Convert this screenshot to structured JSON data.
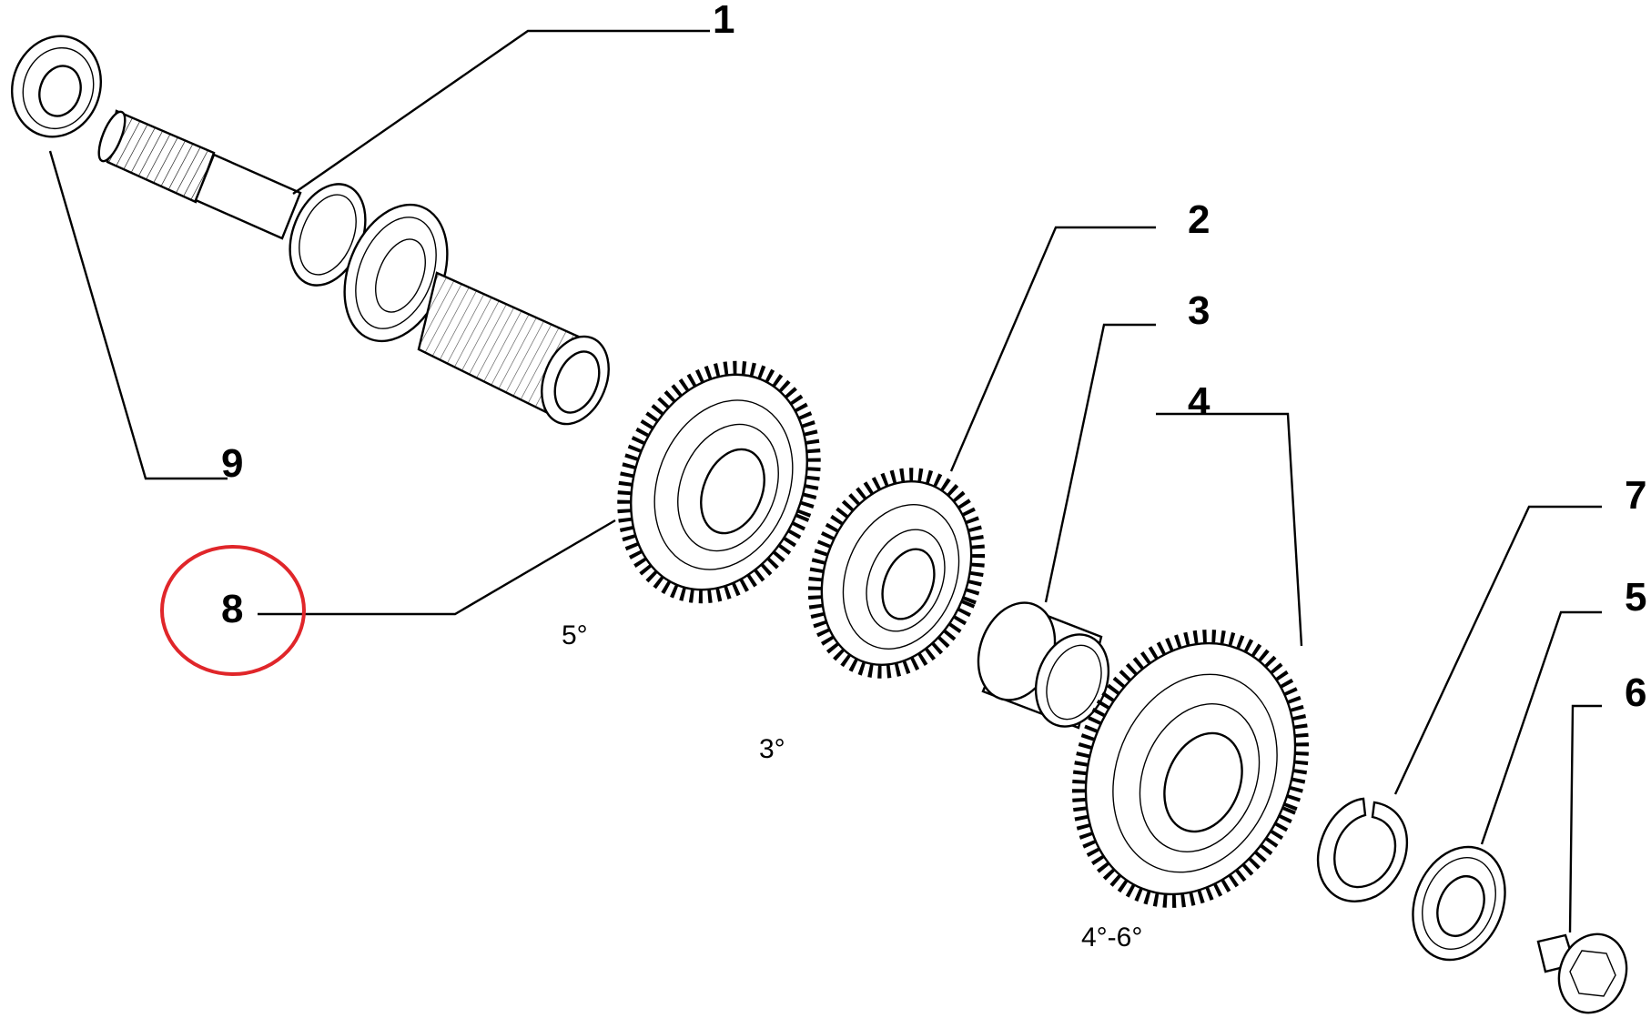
{
  "callouts": [
    "1",
    "2",
    "3",
    "4",
    "5",
    "6",
    "7",
    "8",
    "9"
  ],
  "gear_labels": {
    "fifth": "5°",
    "third": "3°",
    "fourth_sixth": "4°-6°"
  },
  "highlight": {
    "callout": "8",
    "color": "#e0262a"
  }
}
